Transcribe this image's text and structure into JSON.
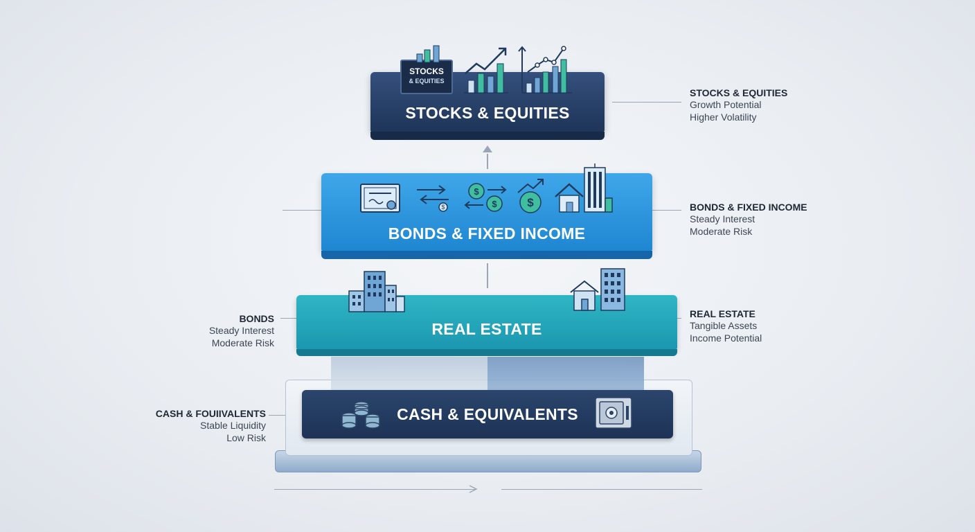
{
  "tiers": {
    "stocks": {
      "title": "STOCKS & EQUITIES",
      "badge_line1": "STOCKS",
      "badge_line2": "& EQUITIES"
    },
    "bonds": {
      "title": "BONDS & FIXED INCOME"
    },
    "real_estate": {
      "title": "REAL ESTATE"
    },
    "cash": {
      "title": "CASH & EQUIVALENTS"
    }
  },
  "labels": {
    "stocks_right": {
      "title": "STOCKS & EQUITIES",
      "line1": "Growth Potential",
      "line2": "Higher Volatility"
    },
    "bonds_right": {
      "title": "BONDS & FIXED INCOME",
      "line1": "Steady Interest",
      "line2": "Moderate Risk"
    },
    "real_estate_right": {
      "title": "REAL ESTATE",
      "line1": "Tangible Assets",
      "line2": "Income Potential"
    },
    "bonds_left": {
      "title": "BONDS",
      "line1": "Steady Interest",
      "line2": "Moderate Risk"
    },
    "cash_left": {
      "title": "CASH & FOUIIVALENTS",
      "line1": "Stable Liquidity",
      "line2": "Low Risk"
    }
  },
  "colors": {
    "stocks": "#22395e",
    "bonds": "#2a8fd6",
    "real_estate": "#1ea3b3",
    "cash": "#223a5e",
    "base": "#a9c2dc"
  },
  "icons": [
    "bar-chart-icon",
    "trend-chart-icon",
    "certificate-icon",
    "exchange-icon",
    "dollar-exchange-icon",
    "dollar-growth-icon",
    "house-icon",
    "building-icon",
    "coin-stack-icon",
    "safe-icon"
  ]
}
